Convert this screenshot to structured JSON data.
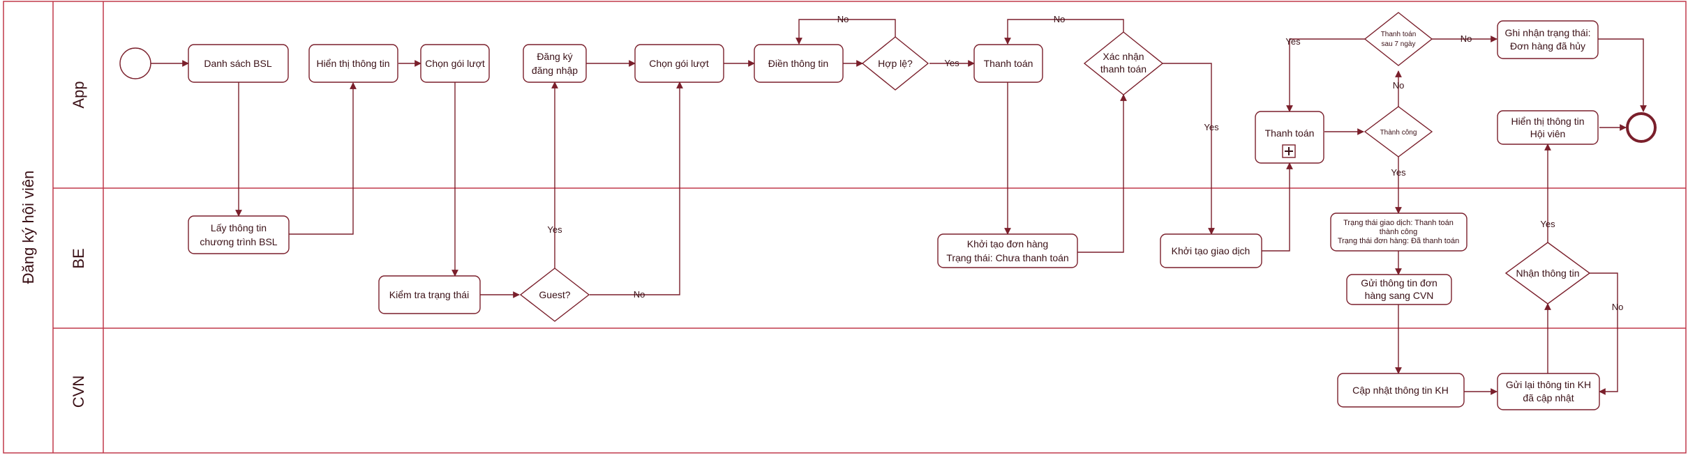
{
  "pool": {
    "title": "Đăng ký hội viên"
  },
  "lanes": {
    "app": "App",
    "be": "BE",
    "cvn": "CVN"
  },
  "nodes": {
    "danh_sach_bsl": "Danh sách BSL",
    "hien_thi_thong_tin": "Hiển thị thông tin",
    "chon_goi_luot_1": "Chọn gói lượt",
    "dang_ky_dang_nhap": [
      "Đăng ký",
      "đăng nhập"
    ],
    "chon_goi_luot_2": "Chọn gói lượt",
    "dien_thong_tin": "Điền thông tin",
    "hop_le": "Hợp lệ?",
    "thanh_toan_1": "Thanh toán",
    "xac_nhan_thanh_toan": [
      "Xác nhận",
      "thanh toán"
    ],
    "thanh_toan_sub": "Thanh toán",
    "thanh_toan_sau_7_ngay": [
      "Thanh toán",
      "sau 7 ngày"
    ],
    "thanh_cong": "Thành công",
    "ghi_nhan_trang_thai": [
      "Ghi nhận trạng thái:",
      "Đơn hàng đã hủy"
    ],
    "hien_thi_hoi_vien": [
      "Hiển thị thông tin",
      "Hội viên"
    ],
    "lay_thong_tin": [
      "Lấy thông tin",
      "chương trình BSL"
    ],
    "kiem_tra_trang_thai": "Kiểm tra trạng thái",
    "guest": "Guest?",
    "khoi_tao_don_hang": [
      "Khởi tạo đơn hàng",
      "Trạng thái: Chưa thanh toán"
    ],
    "khoi_tao_giao_dich": "Khởi tạo giao dịch",
    "trang_thai_giao_dich": [
      "Trạng thái giao dịch: Thanh toán",
      "thành công",
      "Trạng thái đơn hàng: Đã thanh toán"
    ],
    "gui_thong_tin_don_hang": [
      "Gửi thông tin đơn",
      "hàng sang CVN"
    ],
    "nhan_thong_tin": "Nhận thông tin",
    "cap_nhat_thong_tin_kh": "Cập nhật thông tin KH",
    "gui_lai_thong_tin_kh": [
      "Gửi lại thông tin KH",
      "đã cập nhật"
    ]
  },
  "edge_labels": {
    "yes": "Yes",
    "no": "No"
  },
  "colors": {
    "stroke": "#7a1f2b",
    "lane_border": "#c0394a",
    "fill": "#ffffff"
  }
}
